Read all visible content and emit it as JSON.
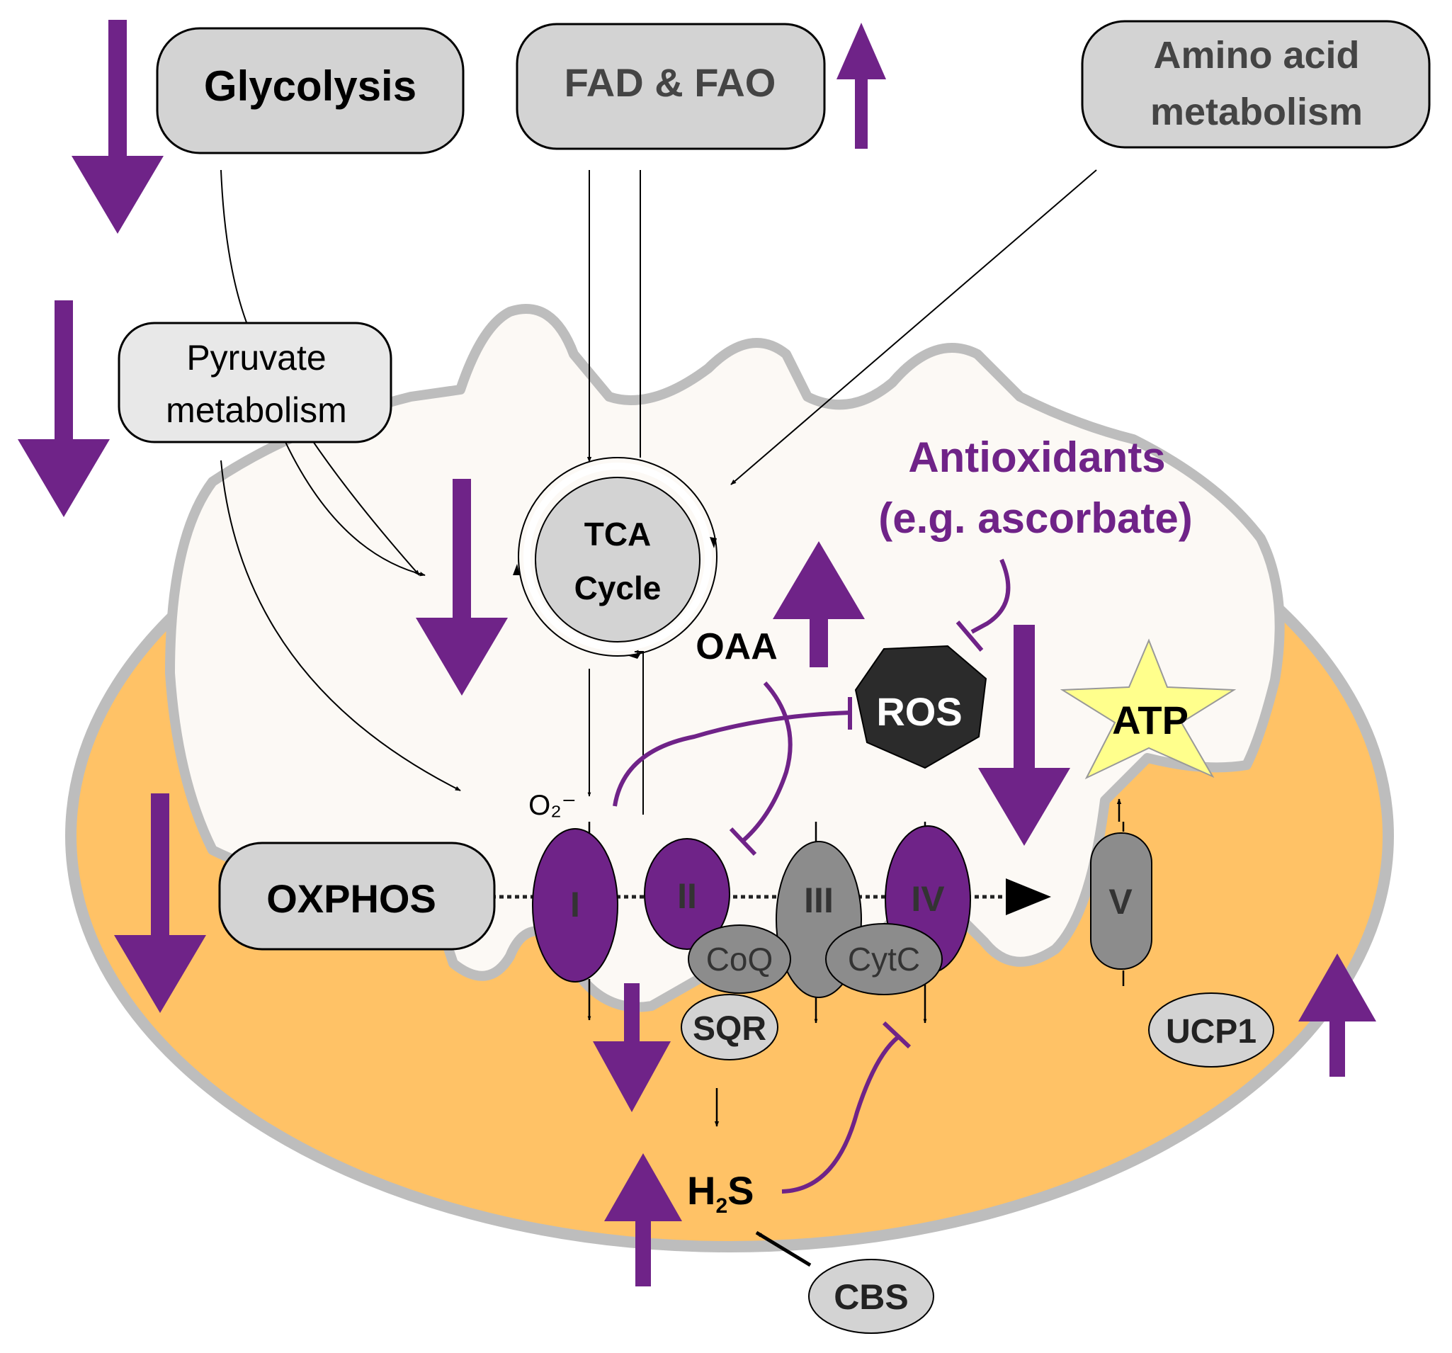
{
  "boxes": {
    "glycolysis": "Glycolysis",
    "fad_fao": "FAD & FAO",
    "amino_acid_line1": "Amino acid",
    "amino_acid_line2": "metabolism",
    "pyruvate_line1": "Pyruvate",
    "pyruvate_line2": "metabolism",
    "oxphos": "OXPHOS",
    "ucp1": "UCP1",
    "cbs": "CBS"
  },
  "nodes": {
    "tca_line1": "TCA",
    "tca_line2": "Cycle",
    "oaa": "OAA",
    "ros": "ROS",
    "atp": "ATP",
    "antioxidants_line1": "Antioxidants",
    "antioxidants_line2": "(e.g. ascorbate)",
    "superoxide": "O₂⁻",
    "h2s_h": "H",
    "h2s_sub": "2",
    "h2s_s": "S"
  },
  "complexes": {
    "c1": "I",
    "c2": "II",
    "c3": "III",
    "c4": "IV",
    "c5": "V",
    "coq": "CoQ",
    "cytc": "CytC",
    "sqr": "SQR"
  },
  "colors": {
    "purple": "#6f2388",
    "orange": "#ffc266",
    "matrix": "#fcf9f5",
    "membrane": "#bdbdbd",
    "box_fill": "#d3d3d3",
    "complex_gray": "#8c8c8c",
    "ros_fill": "#2b2b2b",
    "atp_fill": "#ffff8c"
  }
}
